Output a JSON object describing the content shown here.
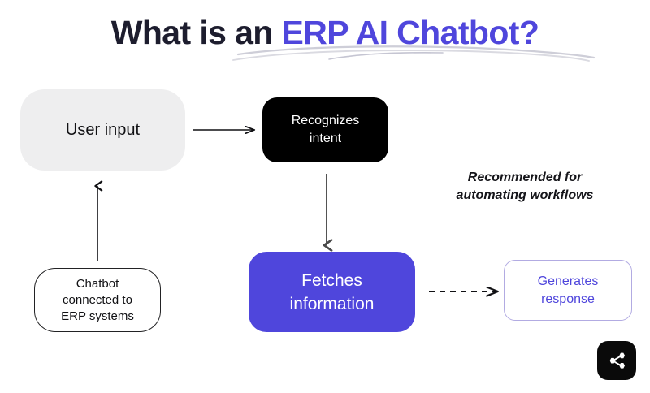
{
  "slide": {
    "background_color": "#ffffff",
    "title": {
      "prefix": "What is an ",
      "accent": "ERP AI Chatbot?",
      "prefix_color": "#1d1d2e",
      "accent_color": "#4f46dc",
      "underline_color": "#c9c9d4"
    },
    "nodes": [
      {
        "id": "user-input",
        "label": "User input",
        "fill": "#eeeeef",
        "text_color": "#111114",
        "border_color": "none"
      },
      {
        "id": "recognizes-intent",
        "line1": "Recognizes",
        "line2": "intent",
        "fill": "#000000",
        "text_color": "#ffffff",
        "border_color": "none"
      },
      {
        "id": "fetches-information",
        "line1": "Fetches",
        "line2": "information",
        "fill": "#4f46dc",
        "text_color": "#ffffff",
        "border_color": "none"
      },
      {
        "id": "generates-response",
        "line1": "Generates",
        "line2": "response",
        "fill": "#ffffff",
        "text_color": "#4f46dc",
        "border_color": "#b2abe2"
      },
      {
        "id": "chatbot-erp",
        "line1": "Chatbot",
        "line2": "connected to",
        "line3": "ERP systems",
        "fill": "#ffffff",
        "text_color": "#111114",
        "border_color": "#222224"
      }
    ],
    "annotation": {
      "line1": "Recommended for",
      "line2": "automating workflows",
      "color": "#15151a"
    },
    "connectors": [
      {
        "id": "user-input-to-recognizes-intent",
        "style": "solid",
        "direction": "right",
        "color": "#111114"
      },
      {
        "id": "recognizes-intent-to-fetches-information",
        "style": "solid",
        "direction": "down",
        "color": "#4a4a4a"
      },
      {
        "id": "chatbot-erp-to-user-input",
        "style": "solid",
        "direction": "up",
        "color": "#111114"
      },
      {
        "id": "fetches-information-to-generates-response",
        "style": "dashed",
        "direction": "right",
        "color": "#111114"
      }
    ],
    "badge": {
      "icon": "share-icon",
      "background": "#0a0a0a",
      "icon_color": "#ffffff"
    }
  }
}
